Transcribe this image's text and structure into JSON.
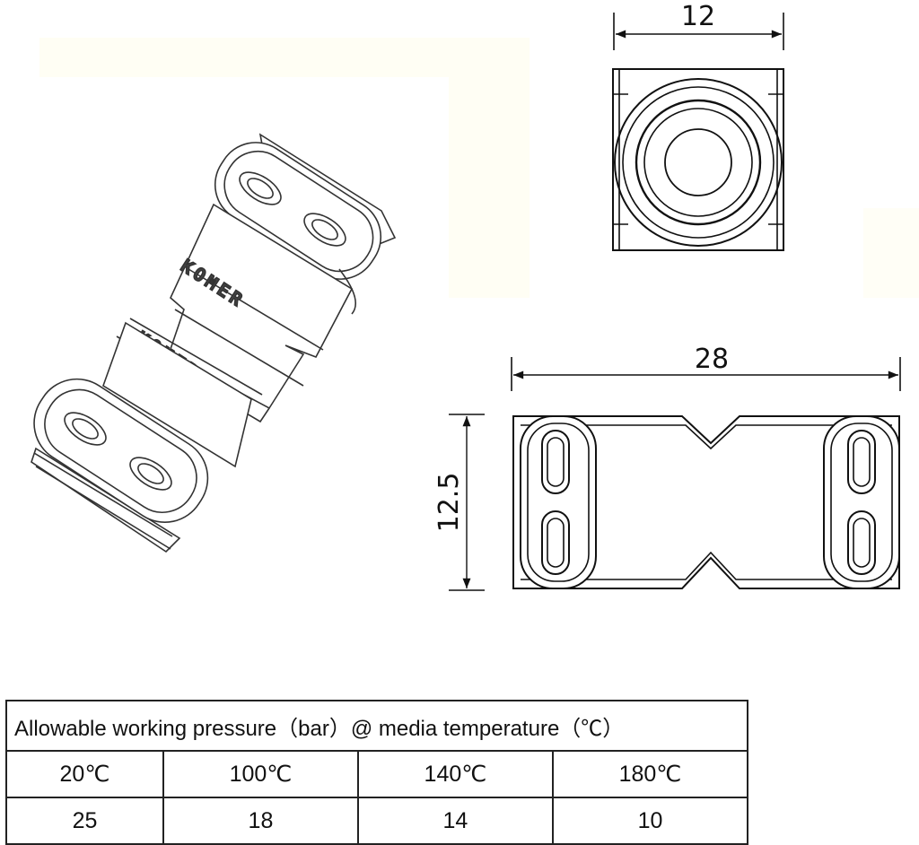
{
  "drawing": {
    "brand_marks": [
      "KOMER",
      "KOMER"
    ],
    "dimensions": {
      "top_view_width": "12",
      "front_view_length": "28",
      "front_view_height": "12.5"
    }
  },
  "table": {
    "header": "Allowable working pressure（bar）@    media temperature（℃）",
    "temperatures": [
      "20℃",
      "100℃",
      "140℃",
      "180℃"
    ],
    "pressures": [
      "25",
      "18",
      "14",
      "10"
    ]
  }
}
